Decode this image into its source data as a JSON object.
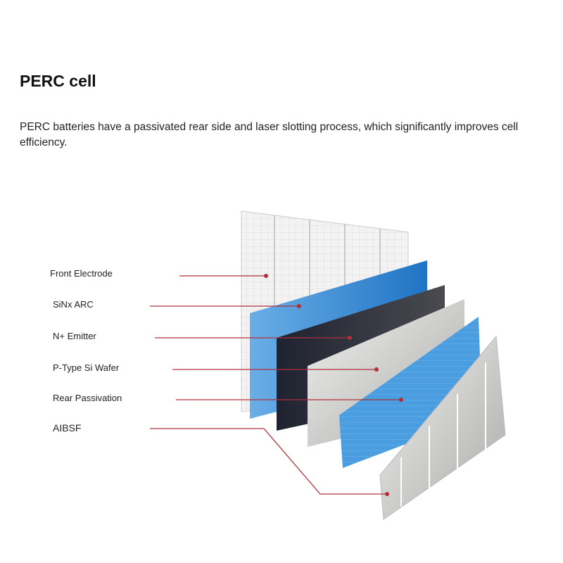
{
  "title": "PERC cell",
  "description": "PERC batteries have a passivated rear side and laser slotting process, which significantly improves cell efficiency.",
  "layers": [
    {
      "label": "Front Electrode",
      "color": "#eeeeee"
    },
    {
      "label": "SiNx ARC",
      "color": "#3f8fd4"
    },
    {
      "label": "N+ Emitter",
      "color": "#2a2d3a"
    },
    {
      "label": "P-Type Si Wafer",
      "color": "#d8d8d6"
    },
    {
      "label": "Rear Passivation",
      "color": "#4a9ee0"
    },
    {
      "label": "AIBSF",
      "color": "#d6d6d0"
    }
  ],
  "leader_color": "#b0303a"
}
